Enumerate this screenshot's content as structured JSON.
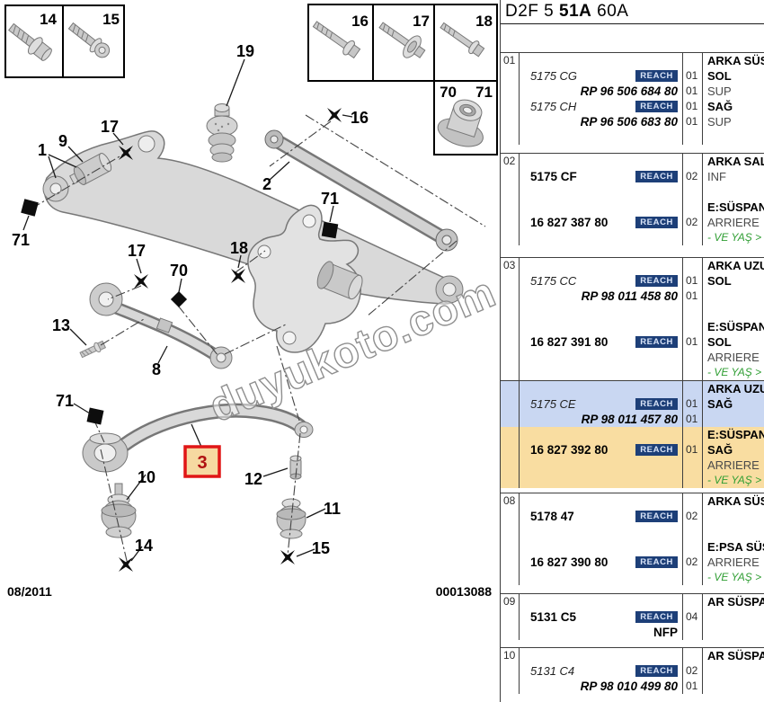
{
  "header": {
    "part1": "D2F 5 ",
    "part2": "51A",
    "part3": " 60A"
  },
  "diagram": {
    "watermark": "duyukoto.com",
    "date": "08/2011",
    "doc_number": "00013088",
    "labels": {
      "b14": "14",
      "b15": "15",
      "b16": "16",
      "b17": "17",
      "b18": "18",
      "b70": "70",
      "b71": "71",
      "n1": "1",
      "n2": "2",
      "n3": "3",
      "n8": "8",
      "n9": "9",
      "n10": "10",
      "n11": "11",
      "n12": "12",
      "n13": "13",
      "n14": "14",
      "n15": "15",
      "n16": "16",
      "n17a": "17",
      "n17b": "17",
      "n18": "18",
      "n19": "19",
      "n70": "70",
      "n71a": "71",
      "n71b": "71",
      "n71c": "71"
    }
  },
  "colors": {
    "highlight_blue": "#c9d7f2",
    "highlight_yellow": "#f9dda1",
    "reach_badge": "#1d3f78",
    "callout_box_red": "#e01616",
    "note_green": "#2f9e33"
  },
  "table": {
    "reach_label": "REACH",
    "rows": [
      {
        "num": "01",
        "lines": [
          {
            "desc": "ARKA SÜS",
            "descStyle": "title"
          },
          {
            "ref": "5175 CG",
            "refStyle": "italic",
            "reach": true,
            "qty": "01",
            "desc": "SOL",
            "descStyle": "bold"
          },
          {
            "ref": "RP 96 506 684 80",
            "refStyle": "rp",
            "qty": "01",
            "desc": "SUP",
            "descStyle": "gray"
          },
          {
            "ref": "5175 CH",
            "refStyle": "italic",
            "reach": true,
            "qty": "01",
            "desc": "SAĞ",
            "descStyle": "bold"
          },
          {
            "ref": "RP 96 506 683 80",
            "refStyle": "rp",
            "qty": "01",
            "desc": "SUP",
            "descStyle": "gray"
          },
          {}
        ]
      },
      {
        "num": "02",
        "lines": [
          {
            "desc": "ARKA SALI",
            "descStyle": "title"
          },
          {
            "ref": "5175 CF",
            "refStyle": "bold",
            "reach": true,
            "qty": "02",
            "desc": "INF",
            "descStyle": "gray"
          },
          {},
          {
            "desc": "E:SÜSPAN",
            "descStyle": "title"
          },
          {
            "ref": "16 827 387 80",
            "refStyle": "bold",
            "reach": true,
            "qty": "02",
            "desc": "ARRIERE",
            "descStyle": "gray"
          },
          {
            "desc": "- VE YAŞ >",
            "descStyle": "green"
          }
        ]
      },
      {
        "num": "03",
        "lines": [
          {
            "desc": "ARKA UZU",
            "descStyle": "title"
          },
          {
            "ref": "5175 CC",
            "refStyle": "italic",
            "reach": true,
            "qty": "01",
            "desc": "SOL",
            "descStyle": "bold"
          },
          {
            "ref": "RP 98 011 458 80",
            "refStyle": "rp",
            "qty": "01"
          },
          {},
          {
            "desc": "E:SÜSPAN",
            "descStyle": "title"
          },
          {
            "ref": "16 827 391 80",
            "refStyle": "bold",
            "reach": true,
            "qty": "01",
            "desc": "SOL",
            "descStyle": "bold"
          },
          {
            "desc": "ARRIERE",
            "descStyle": "gray"
          },
          {
            "desc": "- VE YAŞ >",
            "descStyle": "green"
          }
        ]
      },
      {
        "num": "",
        "lines": [
          {
            "bg": "blue",
            "desc": "ARKA UZU",
            "descStyle": "title"
          },
          {
            "bg": "blue",
            "ref": "5175 CE",
            "refStyle": "italic",
            "reach": true,
            "qty": "01",
            "desc": "SAĞ",
            "descStyle": "bold"
          },
          {
            "bg": "blue",
            "ref": "RP 98 011 457 80",
            "refStyle": "rp",
            "qty": "01"
          },
          {
            "bg": "yellow",
            "desc": "E:SÜSPAN",
            "descStyle": "title"
          },
          {
            "bg": "yellow",
            "ref": "16 827 392 80",
            "refStyle": "bold",
            "reach": true,
            "qty": "01",
            "desc": "SAĞ",
            "descStyle": "bold"
          },
          {
            "bg": "yellow",
            "desc": "ARRIERE",
            "descStyle": "gray"
          },
          {
            "bg": "yellow",
            "desc": "- VE YAŞ >",
            "descStyle": "green"
          }
        ]
      },
      {
        "num": "08",
        "lines": [
          {
            "desc": "ARKA SÜS",
            "descStyle": "title"
          },
          {
            "ref": "5178 47",
            "refStyle": "bold",
            "reach": true,
            "qty": "02"
          },
          {},
          {
            "desc": "E:PSA SÜS",
            "descStyle": "title"
          },
          {
            "ref": "16 827 390 80",
            "refStyle": "bold",
            "reach": true,
            "qty": "02",
            "desc": "ARRIERE",
            "descStyle": "gray"
          },
          {
            "desc": "- VE YAŞ >",
            "descStyle": "green"
          }
        ]
      },
      {
        "num": "09",
        "lines": [
          {
            "desc": "AR SÜSPA",
            "descStyle": "title"
          },
          {
            "ref": "5131 C5",
            "refStyle": "bold",
            "reach": true,
            "qty": "04"
          },
          {
            "ref": "NFP",
            "refStyle": "nfp"
          }
        ]
      },
      {
        "num": "10",
        "lines": [
          {
            "desc": "AR SÜSPA",
            "descStyle": "title"
          },
          {
            "ref": "5131 C4",
            "refStyle": "italic",
            "reach": true,
            "qty": "02"
          },
          {
            "ref": "RP 98 010 499 80",
            "refStyle": "rp",
            "qty": "01"
          }
        ]
      }
    ]
  }
}
